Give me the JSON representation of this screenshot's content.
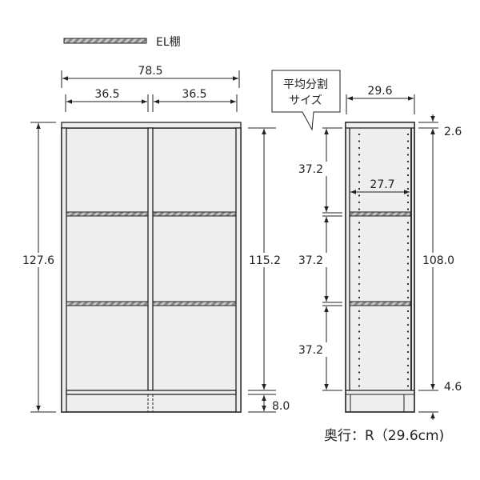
{
  "legend": {
    "label": "EL棚",
    "hatch_color": "#888888"
  },
  "front_view": {
    "total_width": "78.5",
    "left_width": "36.5",
    "right_width": "36.5",
    "total_height": "127.6",
    "inner_height": "115.2",
    "base_height": "8.0"
  },
  "side_view": {
    "callout_line1": "平均分割",
    "callout_line2": "サイズ",
    "depth": "29.6",
    "inner_depth": "27.7",
    "top_thickness": "2.6",
    "section_heights": [
      "37.2",
      "37.2",
      "37.2"
    ],
    "inner_height": "108.0",
    "bottom_gap": "4.6"
  },
  "footer": {
    "depth_note": "奥行：R（29.6cm)"
  }
}
